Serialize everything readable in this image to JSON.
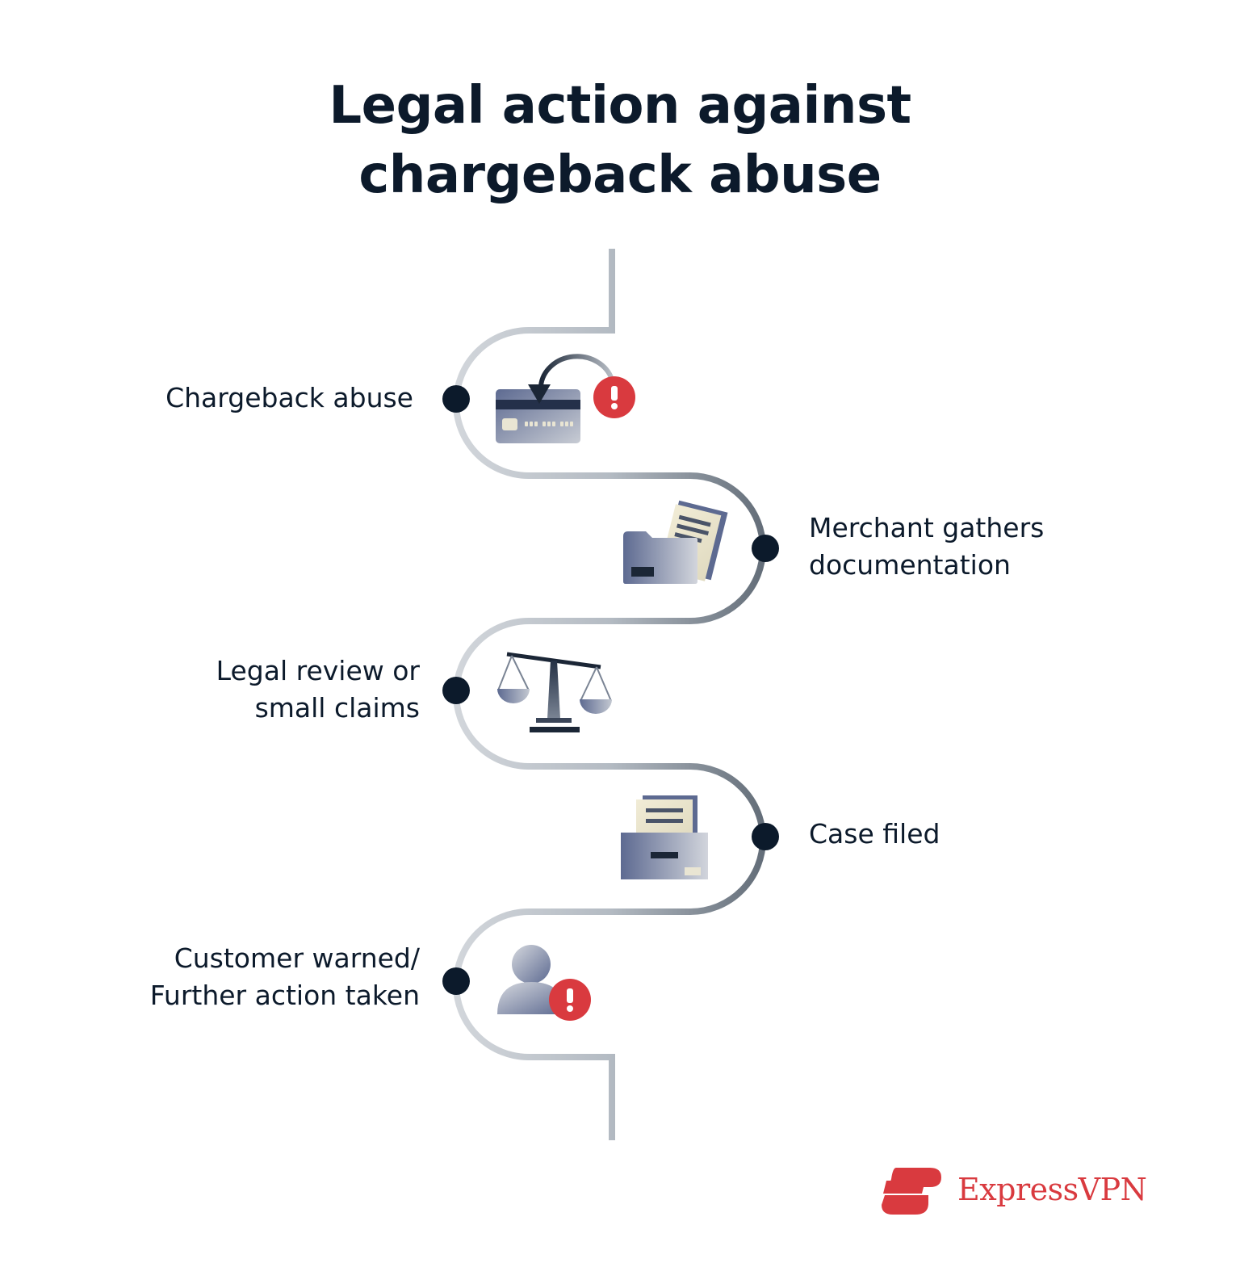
{
  "title": {
    "line1": "Legal action against",
    "line2": "chargeback abuse"
  },
  "steps": [
    {
      "lines": [
        "Chargeback abuse"
      ],
      "side": "left",
      "icon": "credit-card-chargeback-icon"
    },
    {
      "lines": [
        "Merchant gathers",
        "documentation"
      ],
      "side": "right",
      "icon": "folder-documents-icon"
    },
    {
      "lines": [
        "Legal review or",
        "small claims"
      ],
      "side": "left",
      "icon": "scales-of-justice-icon"
    },
    {
      "lines": [
        "Case filed"
      ],
      "side": "right",
      "icon": "filing-cabinet-icon"
    },
    {
      "lines": [
        "Customer warned/",
        "Further action taken"
      ],
      "side": "left",
      "icon": "user-warning-icon"
    }
  ],
  "brand": {
    "name": "ExpressVPN",
    "color": "#d93a3f"
  },
  "colors": {
    "text": "#0c1a2b",
    "node": "#0c1a2b",
    "alert": "#d93a3f",
    "path_light": "#ccd1d6",
    "path_dark": "#6b7580"
  }
}
